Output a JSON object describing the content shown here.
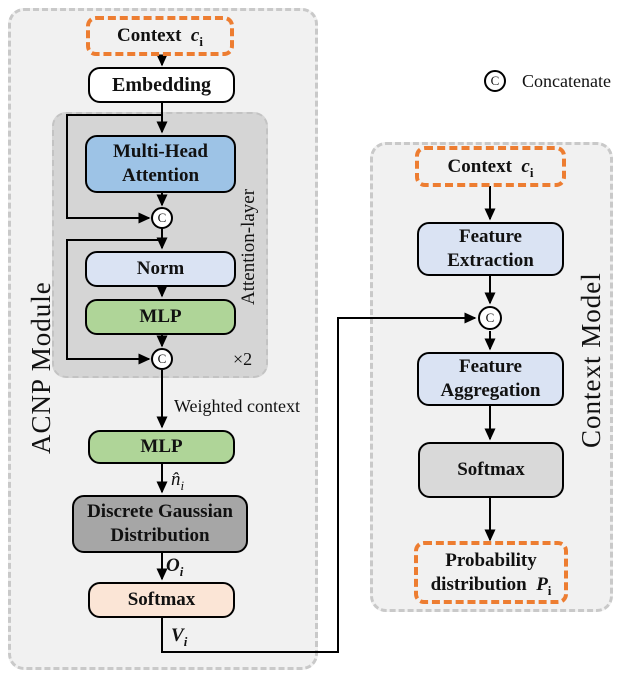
{
  "colors": {
    "panel_bg": "#F1F1F1",
    "panel_border": "#C9C9C9",
    "inner_bg": "#D5D5D5",
    "orange": "#ED7D31",
    "blue": "#9DC3E6",
    "lavender": "#DAE3F3",
    "green": "#AFD598",
    "dark_gray": "#A6A6A6",
    "peach": "#FBE5D6",
    "light_gray": "#D9D9D9"
  },
  "legend": {
    "symbol": "C",
    "label": "Concatenate"
  },
  "acnp": {
    "title": "ACNP Module",
    "context": {
      "label": "Context",
      "var": "c",
      "sub": "i"
    },
    "embedding": "Embedding",
    "attention": {
      "label": "Attention-layer",
      "mha_line1": "Multi-Head",
      "mha_line2": "Attention",
      "concat_symbol": "C",
      "norm": "Norm",
      "mlp": "MLP",
      "repeat": "×2"
    },
    "weighted_context": "Weighted context",
    "mlp": "MLP",
    "n_hat": {
      "var": "n̂",
      "sub": "i"
    },
    "dgd_line1": "Discrete Gaussian",
    "dgd_line2": "Distribution",
    "o": {
      "var": "O",
      "sub": "i"
    },
    "softmax": "Softmax",
    "v": {
      "var": "V",
      "sub": "i"
    }
  },
  "context_model": {
    "title": "Context Model",
    "context": {
      "label": "Context",
      "var": "c",
      "sub": "i"
    },
    "fe_line1": "Feature",
    "fe_line2": "Extraction",
    "concat_symbol": "C",
    "fa_line1": "Feature",
    "fa_line2": "Aggregation",
    "softmax": "Softmax",
    "prob_line1": "Probability",
    "prob_line2": "distribution",
    "prob_var": "P",
    "prob_sub": "i"
  }
}
